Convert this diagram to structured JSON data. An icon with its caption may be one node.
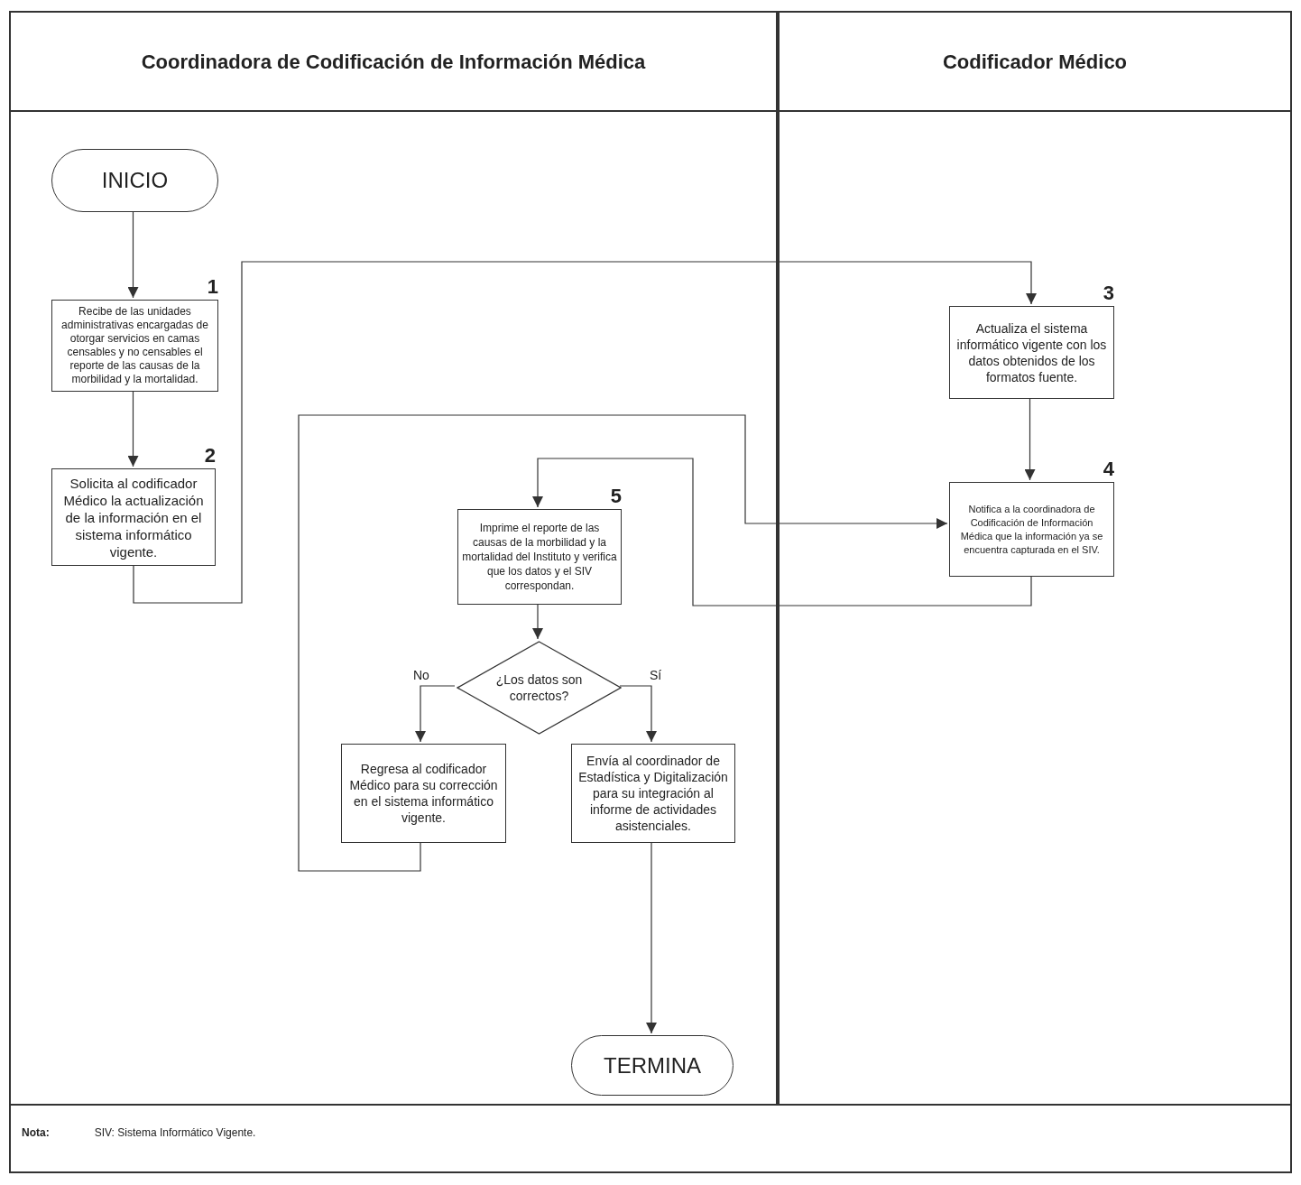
{
  "diagram": {
    "nodes": [
      {
        "text": [
          "Coordinadora de Codificación de Información Médica"
        ]
      },
      {
        "text": [
          "Codificador Médico"
        ]
      },
      {
        "text": [
          "INICIO"
        ],
        "in": 0
      },
      {
        "text": [
          "1",
          "Recibe de las unidades administrativas encargadas de otorgar servicios en camas censables y no censables el reporte de las causas de la morbilidad y la mortalidad."
        ],
        "in": 0
      },
      {
        "text": [
          "2",
          "Solicita al codificador Médico la actualización de la información en el sistema informático vigente."
        ],
        "in": 0
      },
      {
        "text": [
          "3",
          "Actualiza el sistema informático vigente con los datos obtenidos de los formatos fuente."
        ],
        "in": 1
      },
      {
        "text": [
          "4",
          "Notifica a la coordinadora de Codificación de Información Médica que la información ya se encuentra capturada en el SIV."
        ],
        "in": 1
      },
      {
        "text": [
          "5",
          "Imprime el reporte de las causas de la morbilidad y la mortalidad del Instituto y verifica que los datos y el SIV correspondan."
        ],
        "in": 0
      },
      {
        "text": [
          "¿Los datos son correctos?"
        ],
        "in": 0
      },
      {
        "text": [
          "Regresa al codificador Médico para su corrección en el sistema informático vigente."
        ],
        "in": 0
      },
      {
        "text": [
          "Envía al coordinador de Estadística y Digitalización para su integración al informe de actividades asistenciales."
        ],
        "in": 0
      },
      {
        "text": [
          "TERMINA"
        ],
        "in": 0
      }
    ],
    "edges": [
      {
        "from": 2,
        "to": 3,
        "arrow": "to"
      },
      {
        "from": 3,
        "to": 4,
        "arrow": "to"
      },
      {
        "from": 4,
        "to": 5,
        "arrow": "to"
      },
      {
        "from": 5,
        "to": 6,
        "arrow": "to"
      },
      {
        "from": 6,
        "to": 7,
        "arrow": "to"
      },
      {
        "from": 7,
        "to": 8,
        "arrow": "to"
      },
      {
        "from": 8,
        "to": 9,
        "arrow": "to",
        "label": "No"
      },
      {
        "from": 8,
        "to": 10,
        "arrow": "to",
        "label": "Sí"
      },
      {
        "from": 10,
        "to": 11,
        "arrow": "to"
      },
      {
        "from": 9,
        "to": 6,
        "arrow": "to"
      }
    ],
    "labels": [
      "Nota:",
      "SIV: Sistema Informático Vigente."
    ]
  }
}
